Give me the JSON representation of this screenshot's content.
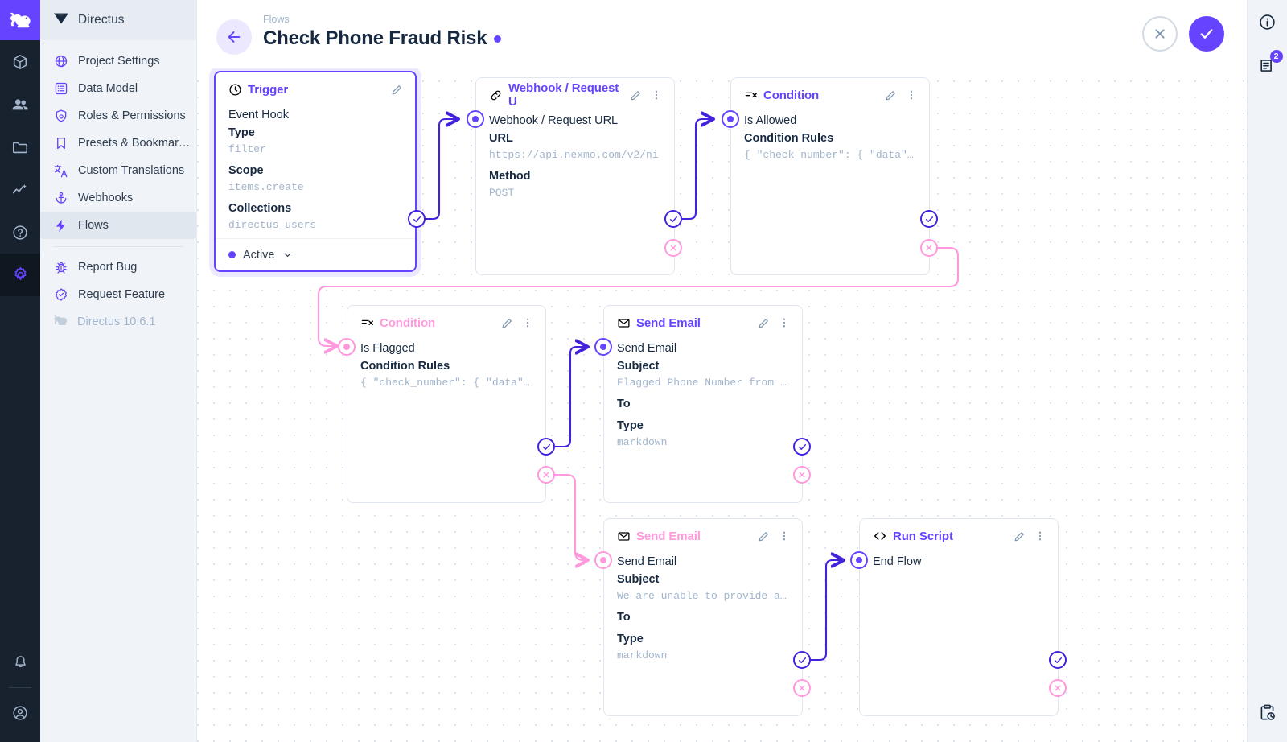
{
  "app": {
    "brand": "Directus",
    "version_label": "Directus 10.6.1"
  },
  "rail": {
    "items": [
      {
        "name": "logo",
        "icon": "rabbit-logo-icon"
      },
      {
        "name": "content",
        "icon": "box-icon"
      },
      {
        "name": "users",
        "icon": "people-icon"
      },
      {
        "name": "files",
        "icon": "folder-icon"
      },
      {
        "name": "insights",
        "icon": "insights-icon"
      },
      {
        "name": "docs",
        "icon": "help-circle-icon"
      },
      {
        "name": "settings",
        "icon": "gear-icon"
      }
    ],
    "bottom": [
      {
        "name": "notifications",
        "icon": "bell-icon"
      },
      {
        "name": "account",
        "icon": "account-circle-icon"
      }
    ]
  },
  "sidebar": {
    "items": [
      {
        "label": "Project Settings",
        "icon": "globe-icon",
        "selected": false
      },
      {
        "label": "Data Model",
        "icon": "list-box-icon",
        "selected": false
      },
      {
        "label": "Roles & Permissions",
        "icon": "shield-account-icon",
        "selected": false
      },
      {
        "label": "Presets & Bookmar…",
        "icon": "bookmark-icon",
        "selected": false
      },
      {
        "label": "Custom Translations",
        "icon": "translate-icon",
        "selected": false
      },
      {
        "label": "Webhooks",
        "icon": "anchor-icon",
        "selected": false
      },
      {
        "label": "Flows",
        "icon": "lightning-bolt-icon",
        "selected": true
      }
    ],
    "secondary": [
      {
        "label": "Report Bug",
        "icon": "bug-icon"
      },
      {
        "label": "Request Feature",
        "icon": "check-decagram-icon"
      }
    ]
  },
  "header": {
    "breadcrumb": "Flows",
    "title": "Check Phone Fraud Risk",
    "status_dot_color": "#6644ff",
    "cancel_label": "",
    "save_label": ""
  },
  "right_rail": {
    "info_icon": "info-circle-icon",
    "notifications_icon": "notifications-icon",
    "notifications_badge": "2",
    "history_icon": "clipboard-clock-icon"
  },
  "colors": {
    "accent": "#6644ff",
    "resolve": "#4422dd",
    "reject": "#ff99dd",
    "text": "#172940",
    "muted": "#a2b5cd"
  },
  "nodes": [
    {
      "id": "trigger",
      "type": "trigger",
      "header_title": "Trigger",
      "header_icon": "trigger-flash-icon",
      "header_color": "#6644ff",
      "rows": [
        {
          "kind": "label",
          "text": "Event Hook"
        },
        {
          "kind": "key",
          "text": "Type"
        },
        {
          "kind": "val",
          "text": "filter"
        },
        {
          "kind": "key",
          "text": "Scope"
        },
        {
          "kind": "val",
          "text": "items.create"
        },
        {
          "kind": "key",
          "text": "Collections"
        },
        {
          "kind": "val",
          "text": "directus_users"
        }
      ],
      "footer": {
        "status": "Active"
      }
    },
    {
      "id": "webhook",
      "type": "operation",
      "header_title": "Webhook / Request U",
      "header_icon": "link-icon",
      "header_color": "#6644ff",
      "rows": [
        {
          "kind": "label",
          "text": "Webhook / Request URL"
        },
        {
          "kind": "key",
          "text": "URL"
        },
        {
          "kind": "val",
          "text": "https://api.nexmo.com/v2/ni"
        },
        {
          "kind": "key",
          "text": "Method"
        },
        {
          "kind": "val",
          "text": "POST"
        }
      ]
    },
    {
      "id": "condition-allowed",
      "type": "operation",
      "header_title": "Condition",
      "header_icon": "condition-icon",
      "header_color": "#6644ff",
      "rows": [
        {
          "kind": "label",
          "text": "Is Allowed"
        },
        {
          "kind": "key",
          "text": "Condition Rules"
        },
        {
          "kind": "val",
          "text": "{ \"check_number\": { \"data\"…"
        }
      ]
    },
    {
      "id": "condition-flagged",
      "type": "operation",
      "header_title": "Condition",
      "header_icon": "condition-icon",
      "header_color": "#ff99dd",
      "rows": [
        {
          "kind": "label",
          "text": "Is Flagged"
        },
        {
          "kind": "key",
          "text": "Condition Rules"
        },
        {
          "kind": "val",
          "text": "{ \"check_number\": { \"data\"…"
        }
      ]
    },
    {
      "id": "send-email-flagged",
      "type": "operation",
      "header_title": "Send Email",
      "header_icon": "mail-icon",
      "header_color": "#6644ff",
      "rows": [
        {
          "kind": "label",
          "text": "Send Email"
        },
        {
          "kind": "key",
          "text": "Subject"
        },
        {
          "kind": "val",
          "text": "Flagged Phone Number from …"
        },
        {
          "kind": "key",
          "text": "To"
        },
        {
          "kind": "key",
          "text": "Type"
        },
        {
          "kind": "val",
          "text": "markdown"
        }
      ]
    },
    {
      "id": "send-email-unable",
      "type": "operation",
      "header_title": "Send Email",
      "header_icon": "mail-icon",
      "header_color": "#ff99dd",
      "rows": [
        {
          "kind": "label",
          "text": "Send Email"
        },
        {
          "kind": "key",
          "text": "Subject"
        },
        {
          "kind": "val",
          "text": "We are unable to provide a…"
        },
        {
          "kind": "key",
          "text": "To"
        },
        {
          "kind": "key",
          "text": "Type"
        },
        {
          "kind": "val",
          "text": "markdown"
        }
      ]
    },
    {
      "id": "run-script",
      "type": "operation",
      "header_title": "Run Script",
      "header_icon": "code-brackets-icon",
      "header_color": "#6644ff",
      "rows": [
        {
          "kind": "label",
          "text": "End Flow"
        }
      ]
    }
  ]
}
